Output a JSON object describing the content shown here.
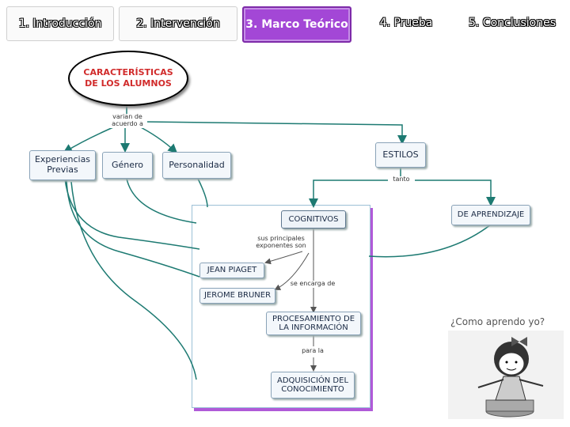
{
  "nav": {
    "tabs": [
      {
        "label": "1. Introducción"
      },
      {
        "label": "2. Intervención"
      },
      {
        "label": "3. Marco Teórico"
      },
      {
        "label": "4. Prueba"
      },
      {
        "label": "5. Conclusiones"
      }
    ]
  },
  "map": {
    "root": {
      "line1": "CARACTERÍSTICAS",
      "line2": "DE LOS ALUMNOS"
    },
    "link_varian": {
      "line1": "varian de",
      "line2": "acuerdo a"
    },
    "experiencias": {
      "line1": "Experiencias",
      "line2": "Previas"
    },
    "genero": "Género",
    "personalidad": "Personalidad",
    "estilos": "ESTILOS",
    "link_tanto": "tanto",
    "cognitivos": "COGNITIVOS",
    "aprendizaje": "DE APRENDIZAJE",
    "link_principales": {
      "line1": "sus principales",
      "line2": "exponentes son"
    },
    "piaget": "JEAN PIAGET",
    "bruner": "JEROME BRUNER",
    "link_encarga": "se encarga de",
    "procesamiento": {
      "line1": "PROCESAMIENTO DE",
      "line2": "LA INFORMACIÓN"
    },
    "link_para": "para la",
    "adquisicion": {
      "line1": "ADQUISICIÓN DEL",
      "line2": "CONOCIMIENTO"
    }
  },
  "side": {
    "caption": "¿Como aprendo yo?"
  }
}
